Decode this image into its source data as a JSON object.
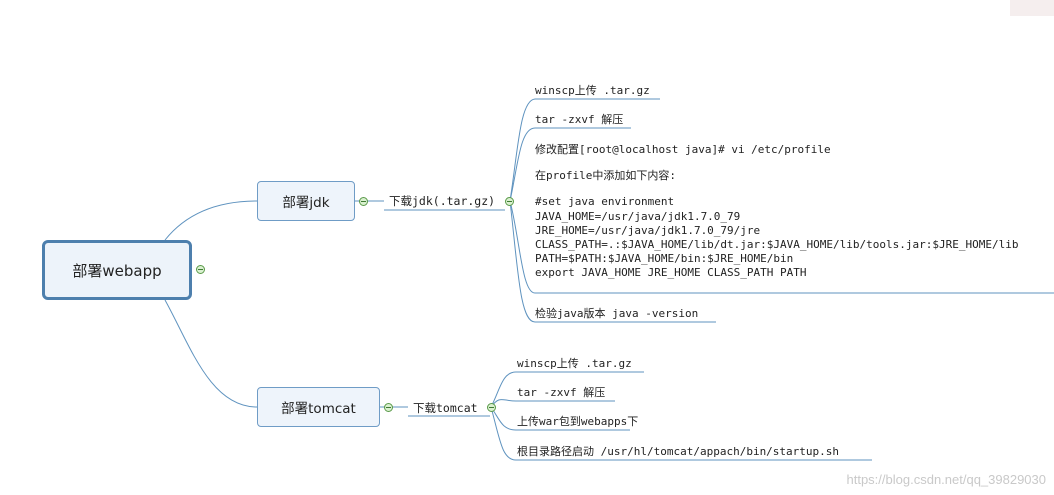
{
  "root": {
    "label": "部署webapp"
  },
  "branches": [
    {
      "label": "部署jdk",
      "subtopic": "下载jdk(.tar.gz)",
      "steps": [
        {
          "lines": [
            "winscp上传 .tar.gz"
          ]
        },
        {
          "lines": [
            "tar -zxvf 解压"
          ]
        },
        {
          "lines": [
            "修改配置[root@localhost java]# vi /etc/profile",
            "",
            "在profile中添加如下内容:",
            "",
            "#set java environment",
            "JAVA_HOME=/usr/java/jdk1.7.0_79",
            "JRE_HOME=/usr/java/jdk1.7.0_79/jre",
            "CLASS_PATH=.:$JAVA_HOME/lib/dt.jar:$JAVA_HOME/lib/tools.jar:$JRE_HOME/lib",
            "PATH=$PATH:$JAVA_HOME/bin:$JRE_HOME/bin",
            "export JAVA_HOME JRE_HOME CLASS_PATH PATH"
          ]
        },
        {
          "lines": [
            "检验java版本 java -version"
          ]
        }
      ]
    },
    {
      "label": "部署tomcat",
      "subtopic": "下载tomcat",
      "steps": [
        {
          "lines": [
            "winscp上传 .tar.gz"
          ]
        },
        {
          "lines": [
            "tar -zxvf 解压"
          ]
        },
        {
          "lines": [
            "上传war包到webapps下"
          ]
        },
        {
          "lines": [
            "根目录路径启动 /usr/hl/tomcat/appach/bin/startup.sh"
          ]
        }
      ]
    }
  ],
  "watermark": "https://blog.csdn.net/qq_39829030"
}
